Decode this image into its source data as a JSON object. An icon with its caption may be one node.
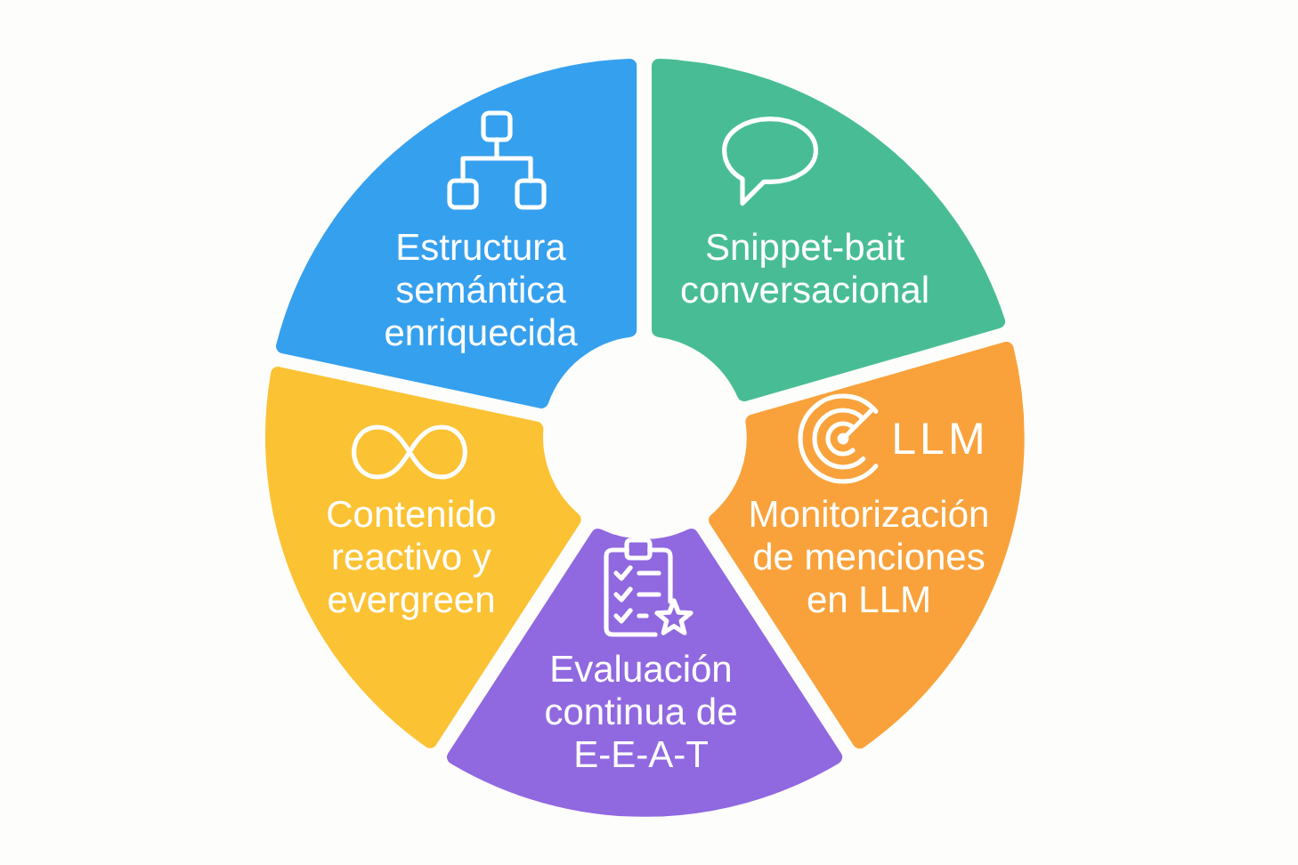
{
  "diagram": {
    "nodes": [
      {
        "text": [
          "Estructura semántica enriquecida"
        ]
      },
      {
        "text": [
          "Snippet-bait conversacional"
        ]
      },
      {
        "text": [
          "LLM",
          "Monitorización de menciones en LLM"
        ]
      },
      {
        "text": [
          "Evaluación continua de E-E-A-T"
        ]
      },
      {
        "text": [
          "Contenido reactivo y evergreen"
        ]
      }
    ]
  }
}
